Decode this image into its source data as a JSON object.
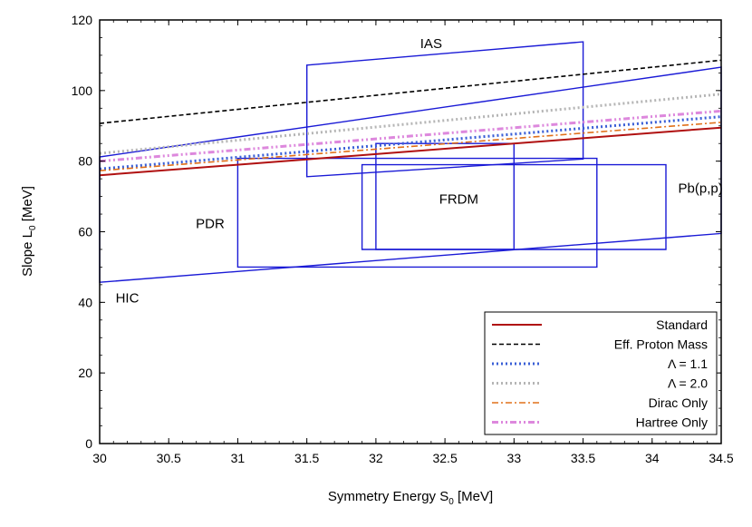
{
  "chart_data": {
    "type": "line",
    "title": "",
    "xlabel": "Symmetry Energy S",
    "xlabel_sub": "0",
    "xlabel_unit": " [MeV]",
    "ylabel": "Slope L",
    "ylabel_sub": "0",
    "ylabel_unit": " [MeV]",
    "xlim": [
      30,
      34.5
    ],
    "ylim": [
      0,
      120
    ],
    "xticks": [
      30,
      30.5,
      31,
      31.5,
      32,
      32.5,
      33,
      33.5,
      34,
      34.5
    ],
    "yticks": [
      0,
      20,
      40,
      60,
      80,
      100,
      120
    ],
    "grid": false,
    "legend_position": "bottom-right",
    "series": [
      {
        "name": "Standard",
        "color": "#b01010",
        "style": "solid",
        "x": [
          30,
          34.5
        ],
        "y": [
          76.0,
          89.5
        ]
      },
      {
        "name": "Eff. Proton Mass",
        "color": "#000000",
        "style": "dashed",
        "x": [
          30,
          34.5
        ],
        "y": [
          90.7,
          108.6
        ]
      },
      {
        "name": "Λ = 1.1",
        "color": "#3a5fd6",
        "style": "dotted",
        "x": [
          30,
          34.5
        ],
        "y": [
          77.8,
          92.6
        ]
      },
      {
        "name": "Λ = 2.0",
        "color": "#b5b5b5",
        "style": "dotted",
        "x": [
          30,
          34.5
        ],
        "y": [
          82.2,
          99.0
        ]
      },
      {
        "name": "Dirac Only",
        "color": "#e0701a",
        "style": "dashdot",
        "x": [
          30,
          34.5
        ],
        "y": [
          77.3,
          91.0
        ]
      },
      {
        "name": "Hartree Only",
        "color": "#dd88dd",
        "style": "dashdotdot",
        "x": [
          30,
          34.5
        ],
        "y": [
          80.0,
          94.2
        ]
      }
    ],
    "constraints": [
      {
        "label": "IAS",
        "label_at": [
          32.4,
          112
        ],
        "polygon": [
          [
            31.5,
            107.2
          ],
          [
            33.5,
            113.8
          ],
          [
            33.5,
            80.6
          ],
          [
            31.5,
            75.6
          ]
        ]
      },
      {
        "label": "PDR",
        "label_at": [
          30.8,
          61
        ],
        "polygon": [
          [
            31.0,
            50.0
          ],
          [
            33.6,
            50.0
          ],
          [
            33.6,
            80.8
          ],
          [
            31.0,
            80.8
          ]
        ]
      },
      {
        "label": "FRDM",
        "label_at": [
          32.6,
          68
        ],
        "polygon": [
          [
            31.9,
            55.0
          ],
          [
            34.1,
            55.0
          ],
          [
            34.1,
            79.0
          ],
          [
            31.9,
            79.0
          ]
        ]
      },
      {
        "label": "Pb(p,p)",
        "label_at": [
          34.35,
          71
        ],
        "polygon": [
          [
            32.0,
            55.0
          ],
          [
            33.0,
            55.0
          ],
          [
            33.0,
            85.0
          ],
          [
            32.0,
            85.0
          ]
        ]
      },
      {
        "label": "HIC",
        "label_at": [
          30.2,
          40
        ],
        "polygon": [
          [
            30.0,
            45.7
          ],
          [
            34.5,
            59.5
          ],
          [
            34.5,
            106.6
          ],
          [
            30.0,
            81.2
          ]
        ]
      }
    ]
  }
}
